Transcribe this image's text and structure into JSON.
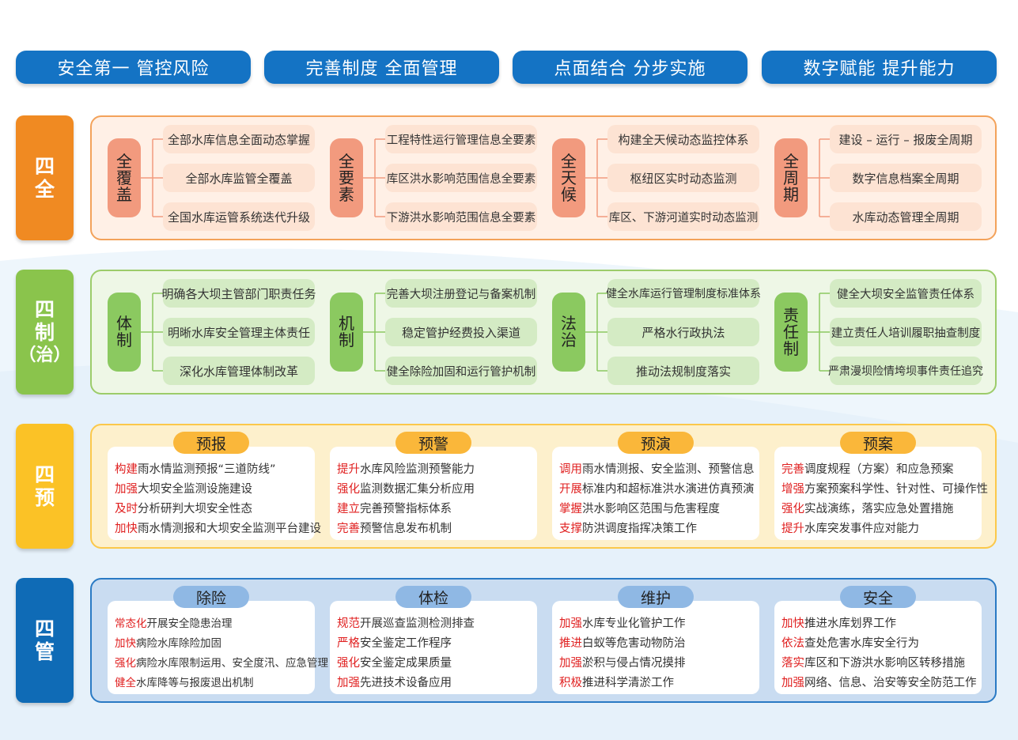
{
  "headers": [
    "安全第一  管控风险",
    "完善制度  全面管理",
    "点面结合  分步实施",
    "数字赋能  提升能力"
  ],
  "colors": {
    "header_blue": "#1473c4",
    "row1_accent": "#f08a22",
    "row1_light": "#fde3d3",
    "row1_cat": "#f29a7e",
    "row2_accent": "#8ac44c",
    "row2_light": "#d4ebc4",
    "row2_cat": "#8bc960",
    "row3_accent": "#fbc226",
    "row3_tab": "#fab73a",
    "row4_accent": "#0f6bb6",
    "row4_tab": "#8fb8e4",
    "highlight": "#e02020"
  },
  "rows": [
    {
      "label": [
        "四",
        "全"
      ],
      "groups": [
        {
          "category": [
            "全",
            "覆",
            "盖"
          ],
          "items": [
            "全部水库信息全面动态掌握",
            "全部水库监管全覆盖",
            "全国水库运管系统迭代升级"
          ]
        },
        {
          "category": [
            "全",
            "要",
            "素"
          ],
          "items": [
            "工程特性运行管理信息全要素",
            "库区洪水影响范围信息全要素",
            "下游洪水影响范围信息全要素"
          ]
        },
        {
          "category": [
            "全",
            "天",
            "候"
          ],
          "items": [
            "构建全天候动态监控体系",
            "枢纽区实时动态监测",
            "库区、下游河道实时动态监测"
          ]
        },
        {
          "category": [
            "全",
            "周",
            "期"
          ],
          "items": [
            "建设 – 运行 – 报废全周期",
            "数字信息档案全周期",
            "水库动态管理全周期"
          ]
        }
      ]
    },
    {
      "label": [
        "四",
        "制",
        "（治）"
      ],
      "groups": [
        {
          "category": [
            "体",
            "制"
          ],
          "items": [
            "明确各大坝主管部门职责任务",
            "明晰水库安全管理主体责任",
            "深化水库管理体制改革"
          ]
        },
        {
          "category": [
            "机",
            "制"
          ],
          "items": [
            "完善大坝注册登记与备案机制",
            "稳定管护经费投入渠道",
            "健全除险加固和运行管护机制"
          ]
        },
        {
          "category": [
            "法",
            "治"
          ],
          "items": [
            "健全水库运行管理制度标准体系",
            "严格水行政执法",
            "推动法规制度落实"
          ]
        },
        {
          "category": [
            "责",
            "任",
            "制"
          ],
          "items": [
            "健全大坝安全监管责任体系",
            "建立责任人培训履职抽查制度",
            "严肃漫坝险情垮坝事件责任追究"
          ]
        }
      ]
    },
    {
      "label": [
        "四",
        "预"
      ],
      "cards": [
        {
          "title": "预报",
          "lines": [
            {
              "hl": "构建",
              "text": "雨水情监测预报“三道防线”"
            },
            {
              "hl": "加强",
              "text": "大坝安全监测设施建设"
            },
            {
              "hl": "及时",
              "text": "分析研判大坝安全性态"
            },
            {
              "hl": "加快",
              "text": "雨水情测报和大坝安全监测平台建设"
            }
          ]
        },
        {
          "title": "预警",
          "lines": [
            {
              "hl": "提升",
              "text": "水库风险监测预警能力"
            },
            {
              "hl": "强化",
              "text": "监测数据汇集分析应用"
            },
            {
              "hl": "建立",
              "text": "完善预警指标体系"
            },
            {
              "hl": "完善",
              "text": "预警信息发布机制"
            }
          ]
        },
        {
          "title": "预演",
          "lines": [
            {
              "hl": "调用",
              "text": "雨水情测报、安全监测、预警信息"
            },
            {
              "hl": "开展",
              "text": "标准内和超标准洪水演进仿真预演"
            },
            {
              "hl": "掌握",
              "text": "洪水影响区范围与危害程度"
            },
            {
              "hl": "支撑",
              "text": "防洪调度指挥决策工作"
            }
          ]
        },
        {
          "title": "预案",
          "lines": [
            {
              "hl": "完善",
              "text": "调度规程（方案）和应急预案"
            },
            {
              "hl": "增强",
              "text": "方案预案科学性、针对性、可操作性"
            },
            {
              "hl": "强化",
              "text": "实战演练，落实应急处置措施"
            },
            {
              "hl": "提升",
              "text": "水库突发事件应对能力"
            }
          ]
        }
      ]
    },
    {
      "label": [
        "四",
        "管"
      ],
      "cards": [
        {
          "title": "除险",
          "lines": [
            {
              "hl": "常态化",
              "text": "开展安全隐患治理"
            },
            {
              "hl": "加快",
              "text": "病险水库除险加固"
            },
            {
              "hl": "强化",
              "text": "病险水库限制运用、安全度汛、应急管理"
            },
            {
              "hl": "健全",
              "text": "水库降等与报废退出机制"
            }
          ]
        },
        {
          "title": "体检",
          "lines": [
            {
              "hl": "规范",
              "text": "开展巡查监测检测排查"
            },
            {
              "hl": "严格",
              "text": "安全鉴定工作程序"
            },
            {
              "hl": "强化",
              "text": "安全鉴定成果质量"
            },
            {
              "hl": "加强",
              "text": "先进技术设备应用"
            }
          ]
        },
        {
          "title": "维护",
          "lines": [
            {
              "hl": "加强",
              "text": "水库专业化管护工作"
            },
            {
              "hl": "推进",
              "text": "白蚁等危害动物防治"
            },
            {
              "hl": "加强",
              "text": "淤积与侵占情况摸排"
            },
            {
              "hl": "积极",
              "text": "推进科学清淤工作"
            }
          ]
        },
        {
          "title": "安全",
          "lines": [
            {
              "hl": "加快",
              "text": "推进水库划界工作"
            },
            {
              "hl": "依法",
              "text": "查处危害水库安全行为"
            },
            {
              "hl": "落实",
              "text": "库区和下游洪水影响区转移措施"
            },
            {
              "hl": "加强",
              "text": "网络、信息、治安等安全防范工作"
            }
          ]
        }
      ]
    }
  ]
}
